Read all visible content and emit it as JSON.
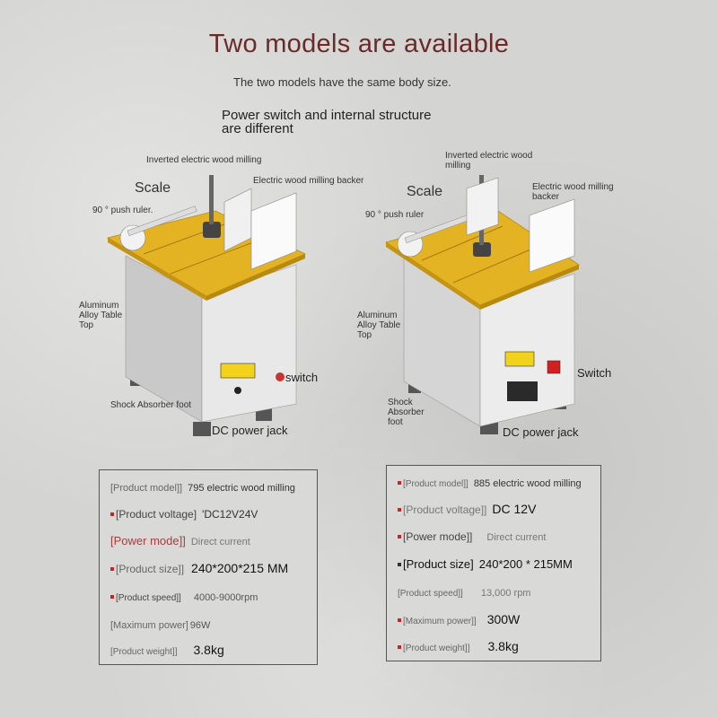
{
  "header": {
    "title": "Two models are available",
    "intro_1": "The two models have the same body size.",
    "intro_2": "Power switch and internal structure are different"
  },
  "left_product": {
    "labels": {
      "milling": "Inverted electric wood milling",
      "backer": "Electric wood milling backer",
      "scale": "Scale",
      "ruler": "90 ° push ruler.",
      "table_top": "Aluminum Alloy Table Top",
      "switch": "switch",
      "foot": "Shock Absorber foot",
      "dc_jack": "DC power jack"
    }
  },
  "right_product": {
    "labels": {
      "milling": "Inverted electric wood milling",
      "backer": "Electric wood milling backer",
      "scale": "Scale",
      "ruler": "90 ° push ruler",
      "table_top": "Aluminum Alloy Table Top",
      "switch": "Switch",
      "foot": "Shock Absorber foot",
      "dc_jack": "DC power jack"
    }
  },
  "spec_left": {
    "model_label": "[Product model]]",
    "model_value": "795 electric wood milling",
    "voltage_label": "[Product voltage]",
    "voltage_value": "'DC12V24V",
    "power_label": "[Power mode]]",
    "power_value": "Direct current",
    "size_label": "[Product size]]",
    "size_value": "240*200*215 MM",
    "speed_label": "[Product speed]]",
    "speed_value": "4000-9000rpm",
    "maxpower_label": "[Maximum power]",
    "maxpower_value": "96W",
    "weight_label": "[Product weight]]",
    "weight_value": "3.8kg"
  },
  "spec_right": {
    "model_label": "[Product model]]",
    "model_value": "885 electric wood milling",
    "voltage_label": "[Product voltage]]",
    "voltage_value": "DC 12V",
    "power_label": "[Power mode]]",
    "power_value": "Direct current",
    "size_label": "[Product size]",
    "size_value": "240*200 * 215MM",
    "speed_label": "[Product speed]]",
    "speed_value": "13,000 rpm",
    "maxpower_label": "[Maximum power]]",
    "maxpower_value": "300W",
    "weight_label": "[Product weight]]",
    "weight_value": "3.8kg"
  },
  "colors": {
    "title": "#6b2a2a",
    "table_top": "#e3b323",
    "switch_red": "#d21f1f"
  }
}
